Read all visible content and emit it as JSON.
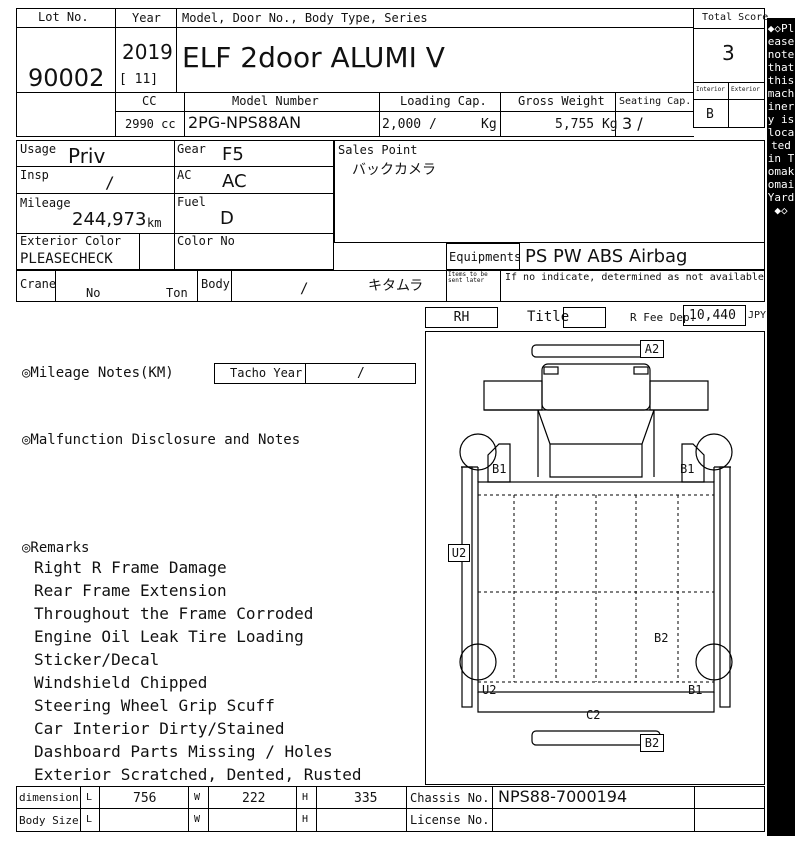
{
  "header": {
    "lot_label": "Lot No.",
    "lot_no": "90002",
    "year_label": "Year",
    "year": "2019",
    "month": "[ 11]",
    "model_label": "Model, Door No., Body Type, Series",
    "model": "ELF 2door ALUMI V",
    "total_score_label": "Total Score",
    "total_score": "3",
    "interior_label": "Interior",
    "exterior_label": "Exterior",
    "interior_score": "B",
    "exterior_score": "",
    "cc_label": "CC",
    "cc": "2990 cc",
    "model_number_label": "Model Number",
    "model_number": "2PG-NPS88AN",
    "loading_label": "Loading Cap.",
    "loading": "2,000 /",
    "loading_unit": "Kg",
    "gross_label": "Gross Weight",
    "gross": "5,755 Kg",
    "seating_label": "Seating Cap.",
    "seating": "3 /"
  },
  "details": {
    "usage_label": "Usage",
    "usage": "Priv",
    "gear_label": "Gear",
    "gear": "F5",
    "insp_label": "Insp",
    "insp": "/",
    "ac_label": "AC",
    "ac": "AC",
    "mileage_label": "Mileage",
    "mileage": "244,973",
    "mileage_unit": "km",
    "fuel_label": "Fuel",
    "fuel": "D",
    "ext_color_label": "Exterior Color",
    "ext_color": "PLEASECHECK",
    "color_no_label": "Color No",
    "sales_point_label": "Sales Point",
    "sales_point": "バックカメラ",
    "equipments_label": "Equipments",
    "equipments": "PS PW ABS Airbag",
    "items_later": "Items to be sent later",
    "no_indicate": "If no indicate, determined as not available",
    "crane_label": "Crane",
    "crane": "No",
    "ton": "Ton",
    "body_label": "Body",
    "body_slash": "/",
    "body_value": "キタムラ"
  },
  "mid": {
    "rh": "RH",
    "title_label": "Title",
    "rfee_label": "R Fee Dep.",
    "rfee": "10,440",
    "rfee_unit": "JPY",
    "mileage_notes": "◎Mileage Notes(KM)",
    "tacho_year": "Tacho Year",
    "tacho_slash": "/",
    "malfunction": "◎Malfunction Disclosure and Notes",
    "remarks_label": "◎Remarks",
    "remarks": [
      "Right R Frame Damage",
      "Rear Frame Extension",
      "Throughout the Frame Corroded",
      "Engine Oil Leak  Tire Loading",
      "Sticker/Decal",
      "Windshield Chipped",
      "Steering Wheel Grip Scuff",
      "Car Interior Dirty/Stained",
      "Dashboard Parts Missing / Holes",
      "Exterior Scratched, Dented, Rusted"
    ]
  },
  "diagram": {
    "marks": {
      "a2": "A2",
      "b1_left": "B1",
      "b1_right": "B1",
      "u2_side": "U2",
      "b2_body": "B2",
      "u2_bottom": "U2",
      "b1_bottom": "B1",
      "c2": "C2",
      "b2_bottom": "B2"
    }
  },
  "footer": {
    "dimension_label": "dimension",
    "l": "L",
    "l_value": "756",
    "w": "W",
    "w_value": "222",
    "h": "H",
    "h_value": "335",
    "chassis_label": "Chassis No.",
    "chassis": "NPS88-7000194",
    "body_size_label": "Body Size",
    "license_label": "License No."
  },
  "side_note": "◆◇Please note that this machinery is located in Tomakomai Yard◆◇"
}
